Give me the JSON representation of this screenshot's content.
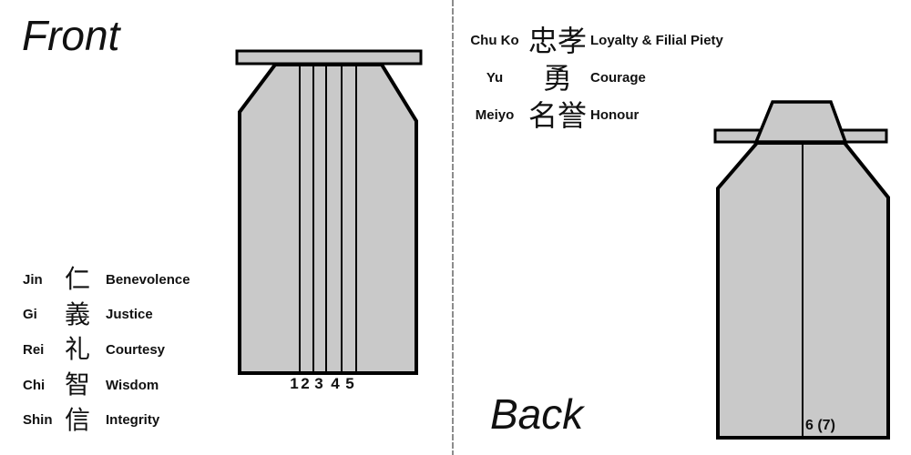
{
  "colors": {
    "garment_fill": "#c9c9c9",
    "garment_stroke": "#000000",
    "divider": "#8c8c8c",
    "text": "#111111"
  },
  "front": {
    "title": "Front",
    "pleat_numbers": [
      "1",
      "2",
      "3",
      "4",
      "5"
    ],
    "virtues": [
      {
        "romaji": "Jin",
        "kanji": "仁",
        "meaning": "Benevolence"
      },
      {
        "romaji": "Gi",
        "kanji": "義",
        "meaning": "Justice"
      },
      {
        "romaji": "Rei",
        "kanji": "礼",
        "meaning": "Courtesy"
      },
      {
        "romaji": "Chi",
        "kanji": "智",
        "meaning": "Wisdom"
      },
      {
        "romaji": "Shin",
        "kanji": "信",
        "meaning": "Integrity"
      }
    ]
  },
  "back": {
    "title": "Back",
    "pleat_label": "6 (7)",
    "virtues": [
      {
        "romaji": "Chu Ko",
        "kanji": "忠孝",
        "meaning": "Loyalty & Filial Piety"
      },
      {
        "romaji": "Yu",
        "kanji": "勇",
        "meaning": "Courage"
      },
      {
        "romaji": "Meiyo",
        "kanji": "名誉",
        "meaning": "Honour"
      }
    ]
  }
}
